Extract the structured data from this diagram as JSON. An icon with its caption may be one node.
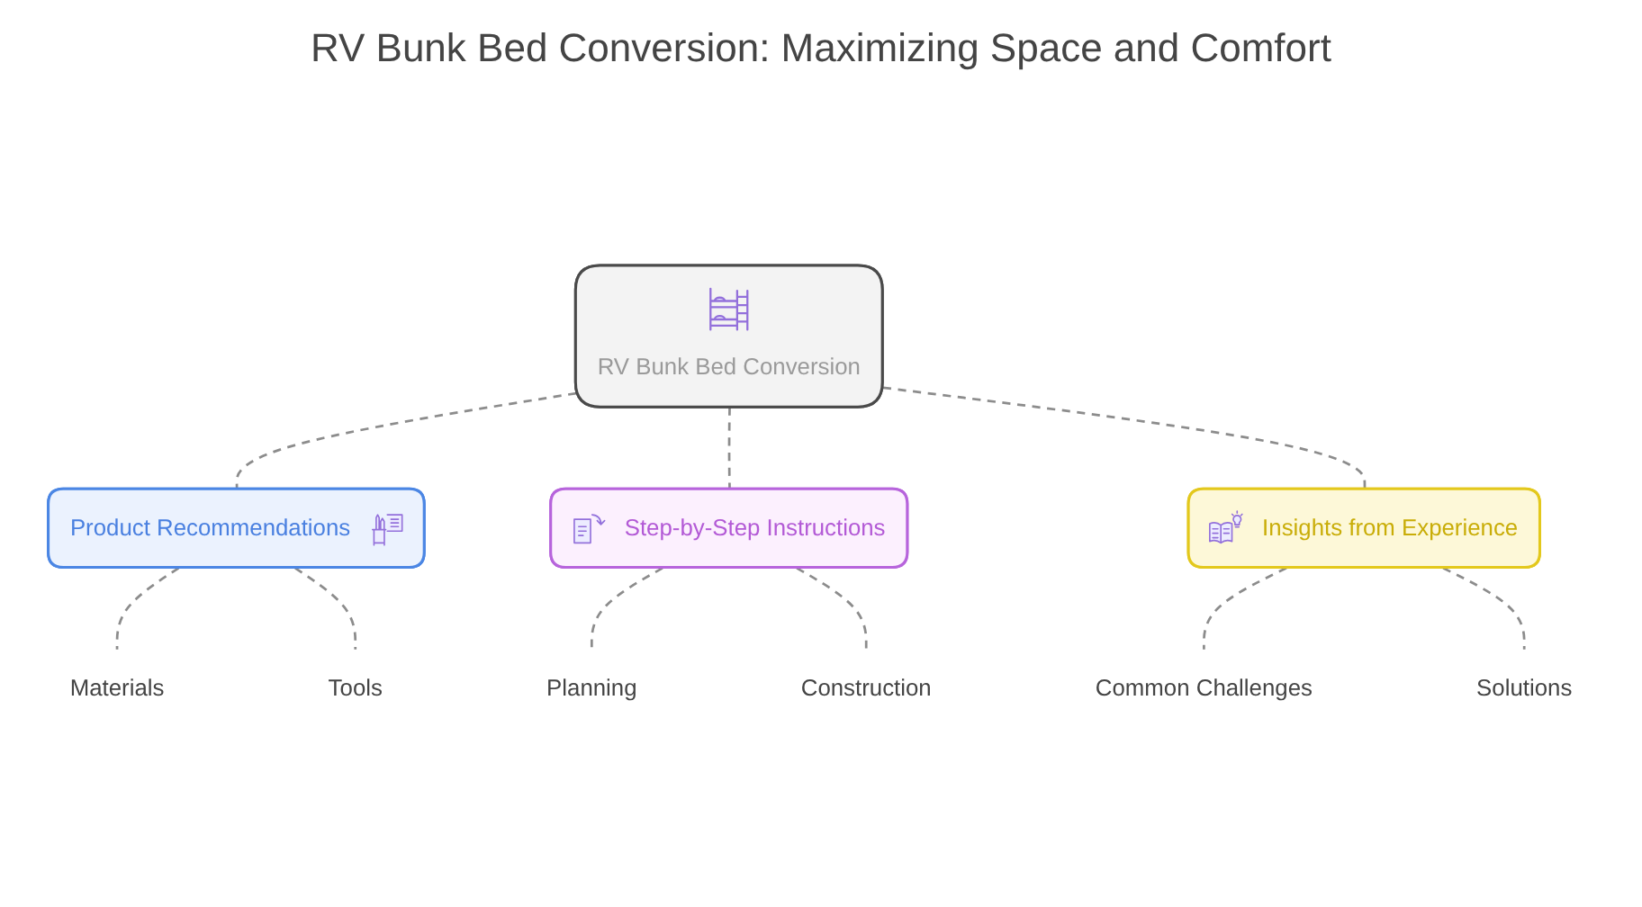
{
  "diagram": {
    "title": "RV Bunk Bed Conversion: Maximizing Space and Comfort",
    "nodes": [
      {
        "text": [
          "RV Bunk Bed Conversion"
        ]
      },
      {
        "text": [
          "Product Recommendations"
        ]
      },
      {
        "text": [
          "Materials"
        ]
      },
      {
        "text": [
          "Tools"
        ]
      },
      {
        "text": [
          "Step-by-Step Instructions"
        ]
      },
      {
        "text": [
          "Planning"
        ]
      },
      {
        "text": [
          "Construction"
        ]
      },
      {
        "text": [
          "Insights from Experience"
        ]
      },
      {
        "text": [
          "Common Challenges"
        ]
      },
      {
        "text": [
          "Solutions"
        ]
      }
    ],
    "edges": [
      {
        "from": 0,
        "to": 1,
        "arrow": "none",
        "style": "dashed"
      },
      {
        "from": 1,
        "to": 2,
        "arrow": "none",
        "style": "dashed"
      },
      {
        "from": 1,
        "to": 3,
        "arrow": "none",
        "style": "dashed"
      },
      {
        "from": 0,
        "to": 4,
        "arrow": "none",
        "style": "dashed"
      },
      {
        "from": 4,
        "to": 5,
        "arrow": "none",
        "style": "dashed"
      },
      {
        "from": 4,
        "to": 6,
        "arrow": "none",
        "style": "dashed"
      },
      {
        "from": 0,
        "to": 7,
        "arrow": "none",
        "style": "dashed"
      },
      {
        "from": 7,
        "to": 8,
        "arrow": "none",
        "style": "dashed"
      },
      {
        "from": 7,
        "to": 9,
        "arrow": "none",
        "style": "dashed"
      }
    ]
  }
}
